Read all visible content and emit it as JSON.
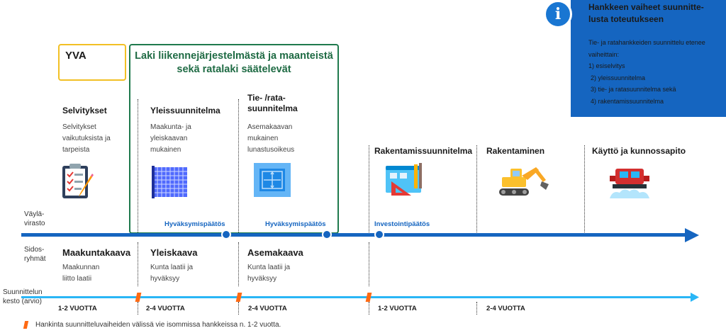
{
  "info": {
    "icon": "info-icon",
    "title": "Hankkeen vaiheet suunnitte-lusta toteutukseen",
    "intro": "Tie- ja ratahankkeiden suunnittelu etenee vaiheittain:",
    "items": [
      "1) esiselvitys",
      "2) yleissuunnitelma",
      "3) tie- ja ratasuunnitelma sekä",
      "4) rakentamissuunnitelma"
    ]
  },
  "yva": {
    "label": "YVA"
  },
  "law": {
    "title": "Laki liikennejärjestelmästä ja maanteistä sekä ratalaki säätelevät"
  },
  "phases": [
    {
      "title": "Selvitykset",
      "desc": "Selvitykset vaikutuksista ja tarpeista",
      "icon": "clipboard-checklist-icon"
    },
    {
      "title": "Yleissuunnitelma",
      "desc": "Maakunta- ja yleiskaavan mukainen",
      "icon": "grid-plan-icon"
    },
    {
      "title": "Tie- /rata-suunnitelma",
      "desc": "Asemakaavan mukainen lunastusoikeus",
      "icon": "blueprint-icon"
    },
    {
      "title": "Rakentamissuunnitelma",
      "icon": "drafting-tools-icon"
    },
    {
      "title": "Rakentaminen",
      "icon": "excavator-icon"
    },
    {
      "title": "Käyttö ja kunnossapito",
      "icon": "snowplow-icon"
    }
  ],
  "rows": {
    "vaylavirasto": "Väylä-virasto",
    "sidosryhmat": "Sidos-ryhmät",
    "kesto": "Suunnittelun kesto (arvio)"
  },
  "decisions": [
    "Hyväksymispäätös",
    "Hyväksymispäätös",
    "Investointipäätös"
  ],
  "plans": [
    {
      "title": "Maakuntakaava",
      "desc": "Maakunnan liitto laatii"
    },
    {
      "title": "Yleiskaava",
      "desc": "Kunta laatii ja hyväksyy"
    },
    {
      "title": "Asemakaava",
      "desc": "Kunta laatii ja hyväksyy"
    }
  ],
  "durations": [
    "1-2 VUOTTA",
    "2-4 VUOTTA",
    "2-4 VUOTTA",
    "1-2 VUOTTA",
    "2-4 VUOTTA"
  ],
  "footnote": "Hankinta suunnitteluvaiheiden välissä vie isommissa hankkeissa n. 1-2 vuotta.",
  "colors": {
    "primary": "#1565c0",
    "light": "#29b6f6",
    "yva": "#f2c025",
    "law": "#1f7a4d",
    "marker": "#ff6a13"
  }
}
